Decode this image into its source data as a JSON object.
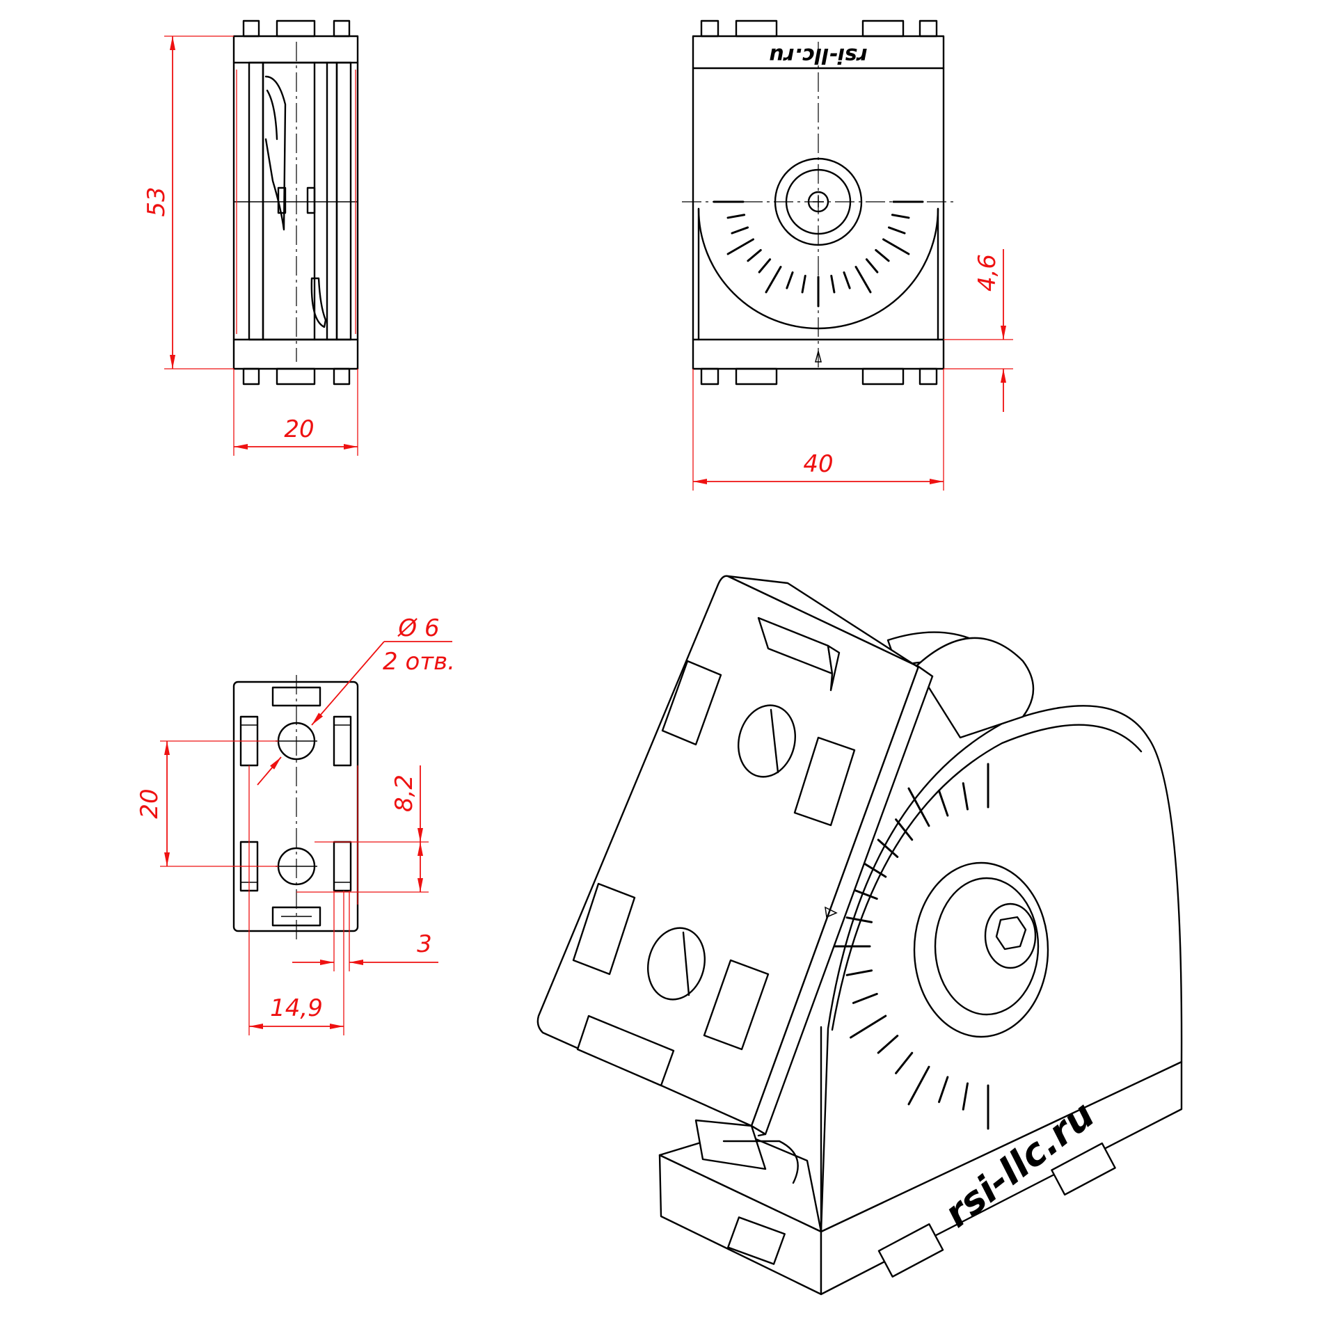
{
  "drawing": {
    "branding": {
      "top_view_logo": "rsi-llc.ru",
      "iso_view_logo": "rsi-llc.ru"
    },
    "dimensions": {
      "side_height": "53",
      "side_width": "20",
      "front_width": "40",
      "front_offset": "4,6",
      "holes_spacing": "20",
      "hole_to_edge": "8,2",
      "slot_gap": "3",
      "hole_to_slot": "14,9",
      "hole_diameter": "Ø 6",
      "hole_count": "2 отв."
    },
    "line_colors": {
      "part_outline": "#000000",
      "dimension": "#ee1111"
    }
  }
}
